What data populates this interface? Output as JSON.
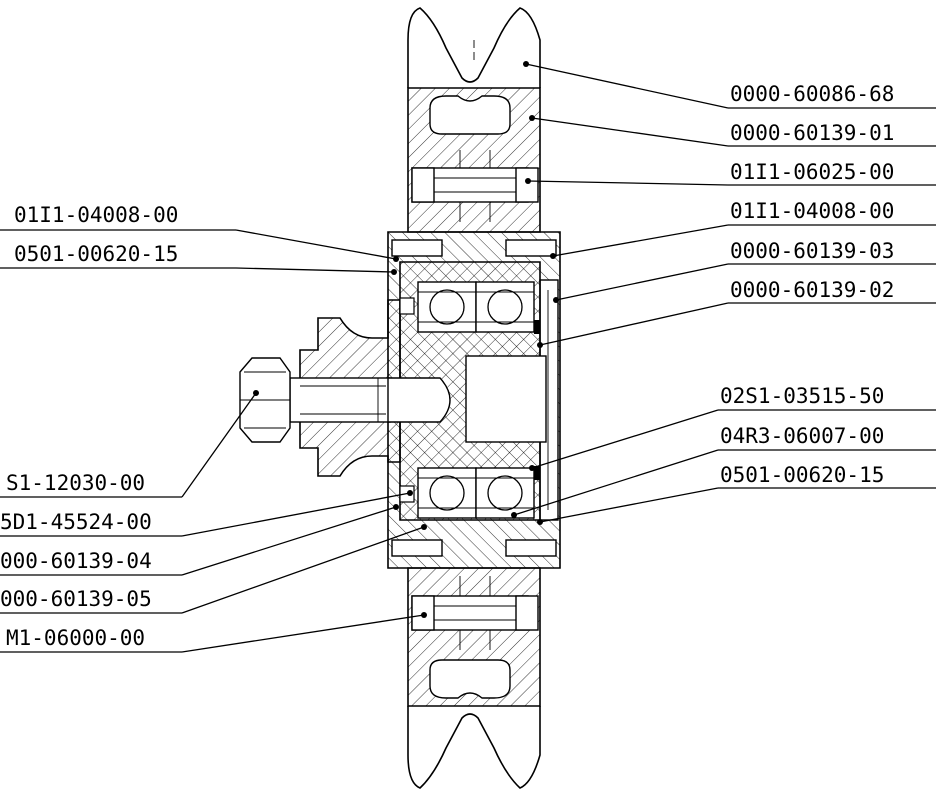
{
  "drawing": {
    "labels_right": [
      "0000-60086-68",
      "0000-60139-01",
      "01I1-06025-00",
      "01I1-04008-00",
      "0000-60139-03",
      "0000-60139-02",
      "02S1-03515-50",
      "04R3-06007-00",
      "0501-00620-15"
    ],
    "labels_left": [
      "01I1-04008-00",
      "0501-00620-15",
      "S1-12030-00",
      "5D1-45524-00",
      "000-60139-04",
      "000-60139-05",
      "M1-06000-00"
    ]
  }
}
